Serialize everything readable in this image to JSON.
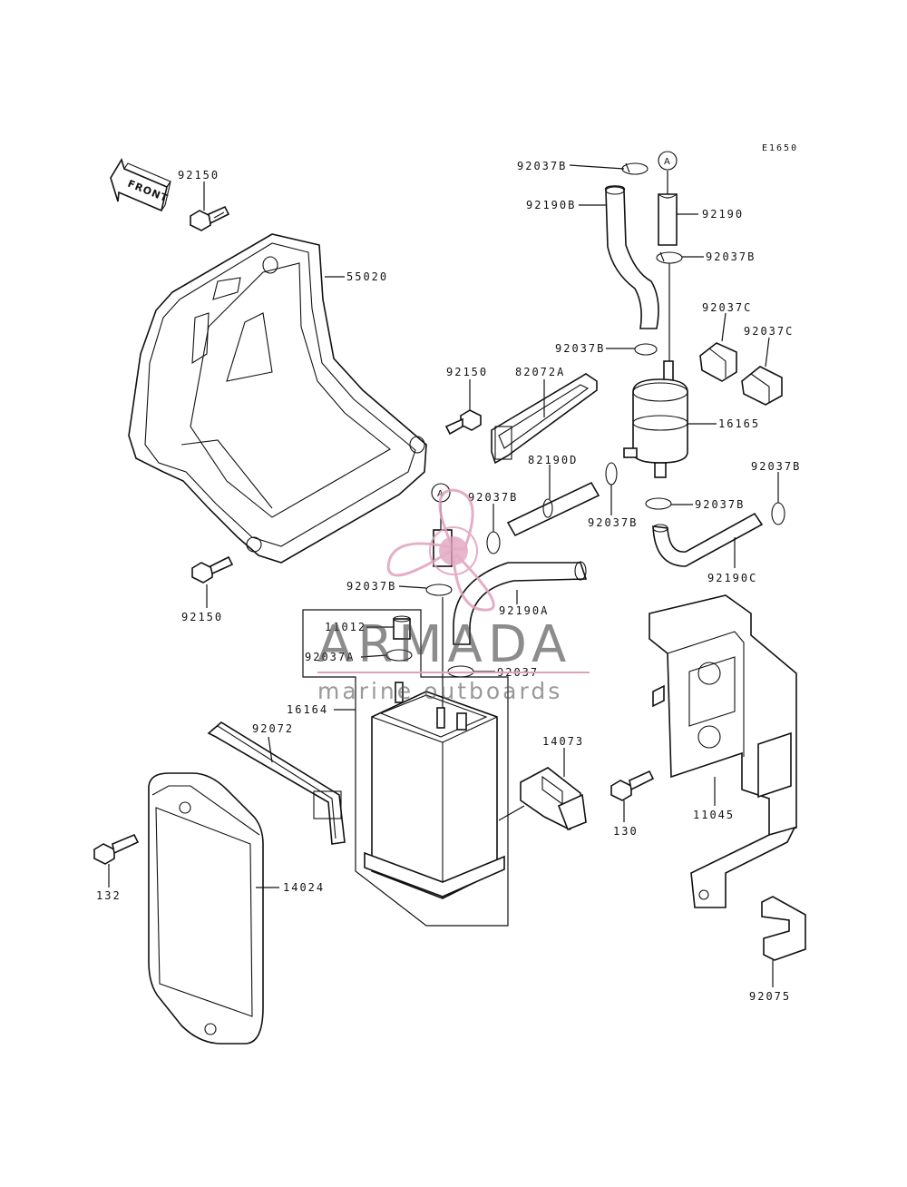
{
  "diagram": {
    "code": "E1650",
    "front_label": "FRONT",
    "ref_letter": "A",
    "labels": [
      {
        "id": "l-92150-top",
        "text": "92150"
      },
      {
        "id": "l-55020",
        "text": "55020"
      },
      {
        "id": "l-92150-mid",
        "text": "92150"
      },
      {
        "id": "l-92150-bot",
        "text": "92150"
      },
      {
        "id": "l-92037b-1",
        "text": "92037B"
      },
      {
        "id": "l-92190b",
        "text": "92190B"
      },
      {
        "id": "l-92190",
        "text": "92190"
      },
      {
        "id": "l-92037b-2",
        "text": "92037B"
      },
      {
        "id": "l-92037c-1",
        "text": "92037C"
      },
      {
        "id": "l-92037c-2",
        "text": "92037C"
      },
      {
        "id": "l-92037b-3",
        "text": "92037B"
      },
      {
        "id": "l-82072a",
        "text": "82072A"
      },
      {
        "id": "l-16165",
        "text": "16165"
      },
      {
        "id": "l-82190d",
        "text": "82190D"
      },
      {
        "id": "l-92037b-4",
        "text": "92037B"
      },
      {
        "id": "l-92037b-5",
        "text": "92037B"
      },
      {
        "id": "l-92037b-6",
        "text": "92037B"
      },
      {
        "id": "l-92037b-7",
        "text": "92037B"
      },
      {
        "id": "l-92190c",
        "text": "92190C"
      },
      {
        "id": "l-92037b-8",
        "text": "92037B"
      },
      {
        "id": "l-92190a",
        "text": "92190A"
      },
      {
        "id": "l-11012",
        "text": "11012"
      },
      {
        "id": "l-92037a",
        "text": "92037A"
      },
      {
        "id": "l-92037",
        "text": "92037"
      },
      {
        "id": "l-16164",
        "text": "16164"
      },
      {
        "id": "l-92072",
        "text": "92072"
      },
      {
        "id": "l-14073",
        "text": "14073"
      },
      {
        "id": "l-130",
        "text": "130"
      },
      {
        "id": "l-11045",
        "text": "11045"
      },
      {
        "id": "l-132",
        "text": "132"
      },
      {
        "id": "l-14024",
        "text": "14024"
      },
      {
        "id": "l-92075",
        "text": "92075"
      }
    ]
  },
  "watermark": {
    "brand": "ARMADA",
    "tagline": "marine outboards",
    "accent_color": "#e0a0bd"
  }
}
